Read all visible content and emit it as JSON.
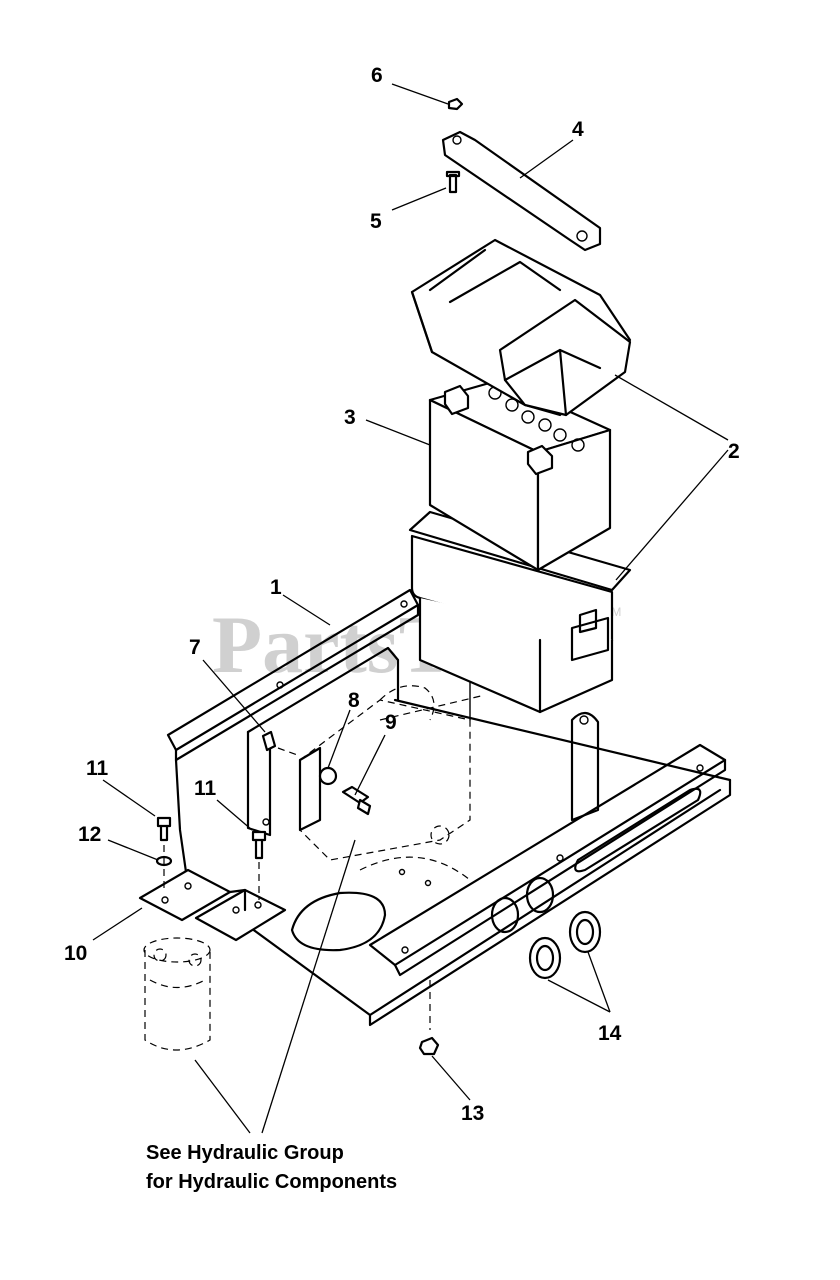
{
  "watermark": {
    "text": "PartsTree",
    "tm": "TM"
  },
  "callouts": [
    {
      "id": "1",
      "label": "1"
    },
    {
      "id": "2",
      "label": "2"
    },
    {
      "id": "3",
      "label": "3"
    },
    {
      "id": "4",
      "label": "4"
    },
    {
      "id": "5",
      "label": "5"
    },
    {
      "id": "6",
      "label": "6"
    },
    {
      "id": "7",
      "label": "7"
    },
    {
      "id": "8",
      "label": "8"
    },
    {
      "id": "9",
      "label": "9"
    },
    {
      "id": "10",
      "label": "10"
    },
    {
      "id": "11a",
      "label": "11"
    },
    {
      "id": "11b",
      "label": "11"
    },
    {
      "id": "12",
      "label": "12"
    },
    {
      "id": "13",
      "label": "13"
    },
    {
      "id": "14",
      "label": "14"
    }
  ],
  "note": {
    "line1": "See Hydraulic Group",
    "line2": "for Hydraulic Components"
  }
}
